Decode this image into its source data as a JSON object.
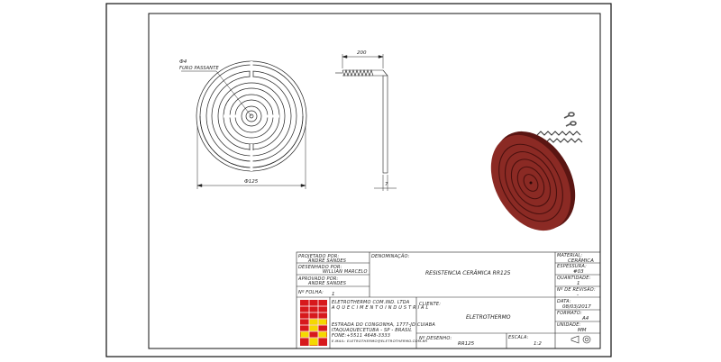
{
  "drawing": {
    "hole_label": "Ф4",
    "hole_note": "FURO PASSANTE",
    "diameter_label": "Ф125",
    "length_label": "200",
    "thickness_label": "7"
  },
  "title_block": {
    "projetado_label": "PROJETADO POR:",
    "projetado_value": "ANDRE SANDES",
    "desenhado_label": "DESENHADO POR:",
    "desenhado_value": "WILLIAN MARCELO",
    "aprovado_label": "APROVADO POR:",
    "aprovado_value": "ANDRE SANDES",
    "folha_label": "Nº FOLHA:",
    "folha_value": "1",
    "denominacao_label": "DENOMINAÇÃO:",
    "denominacao_value": "RESISTENCIA CERÂMICA RR125",
    "material_label": "MATERIAL:",
    "material_value": "CERÂMICA",
    "espessura_label": "ESPESSURA:",
    "espessura_value": "#03",
    "quantidade_label": "QUANTIDADE:",
    "quantidade_value": "1",
    "revisao_label": "Nº DE REVISÃO:",
    "revisao_value": "-",
    "data_label": "DATA:",
    "data_value": "08/03/2017",
    "formato_label": "FORMATO:",
    "formato_value": "A4",
    "unidade_label": "UNIDADE:",
    "unidade_value": "MM",
    "cliente_label": "CLIENTE:",
    "cliente_value": "ELETROTHERMO",
    "desenho_label": "Nº DESENHO:",
    "desenho_value": "RR125",
    "escala_label": "ESCALA:",
    "escala_value": "1:2",
    "company_line1": "ELETROTHERMO COM.IND. LTDA",
    "company_line2": "A Q U E C I M E N T O  I N D U S T R I A L",
    "address_line1": "ESTRADA DO CONGONHA, 1777-JD CUIABA",
    "address_line2": "ITAQUAQUECETUBA - SP - BRASIL",
    "address_line3": "FONE:+5511 4648-3333",
    "address_line4": "E-MAIL: ELETROTHERMO@ELETROTHERMO.COM.BR"
  },
  "colors": {
    "line": "#222222",
    "ceramic": "#8b2a24",
    "ceramic_dark": "#5a1512",
    "logo_red": "#d7191c",
    "logo_yellow": "#f5d800"
  }
}
